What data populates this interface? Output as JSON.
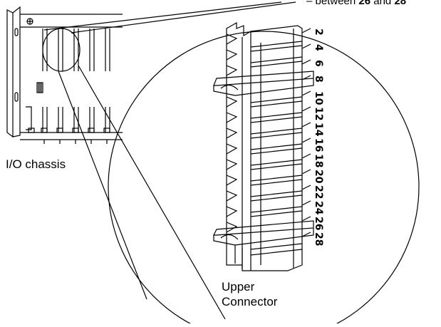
{
  "callout_note": {
    "prefix": "– between ",
    "pin_a": "26",
    "conjunction": " and ",
    "pin_b": "28"
  },
  "chassis_label": "I/O chassis",
  "connector_label": {
    "line1": "Upper",
    "line2": "Connector"
  },
  "pin_numbers": [
    "2",
    "4",
    "6",
    "8",
    "10",
    "12",
    "14",
    "16",
    "18",
    "20",
    "22",
    "24",
    "26",
    "28"
  ]
}
